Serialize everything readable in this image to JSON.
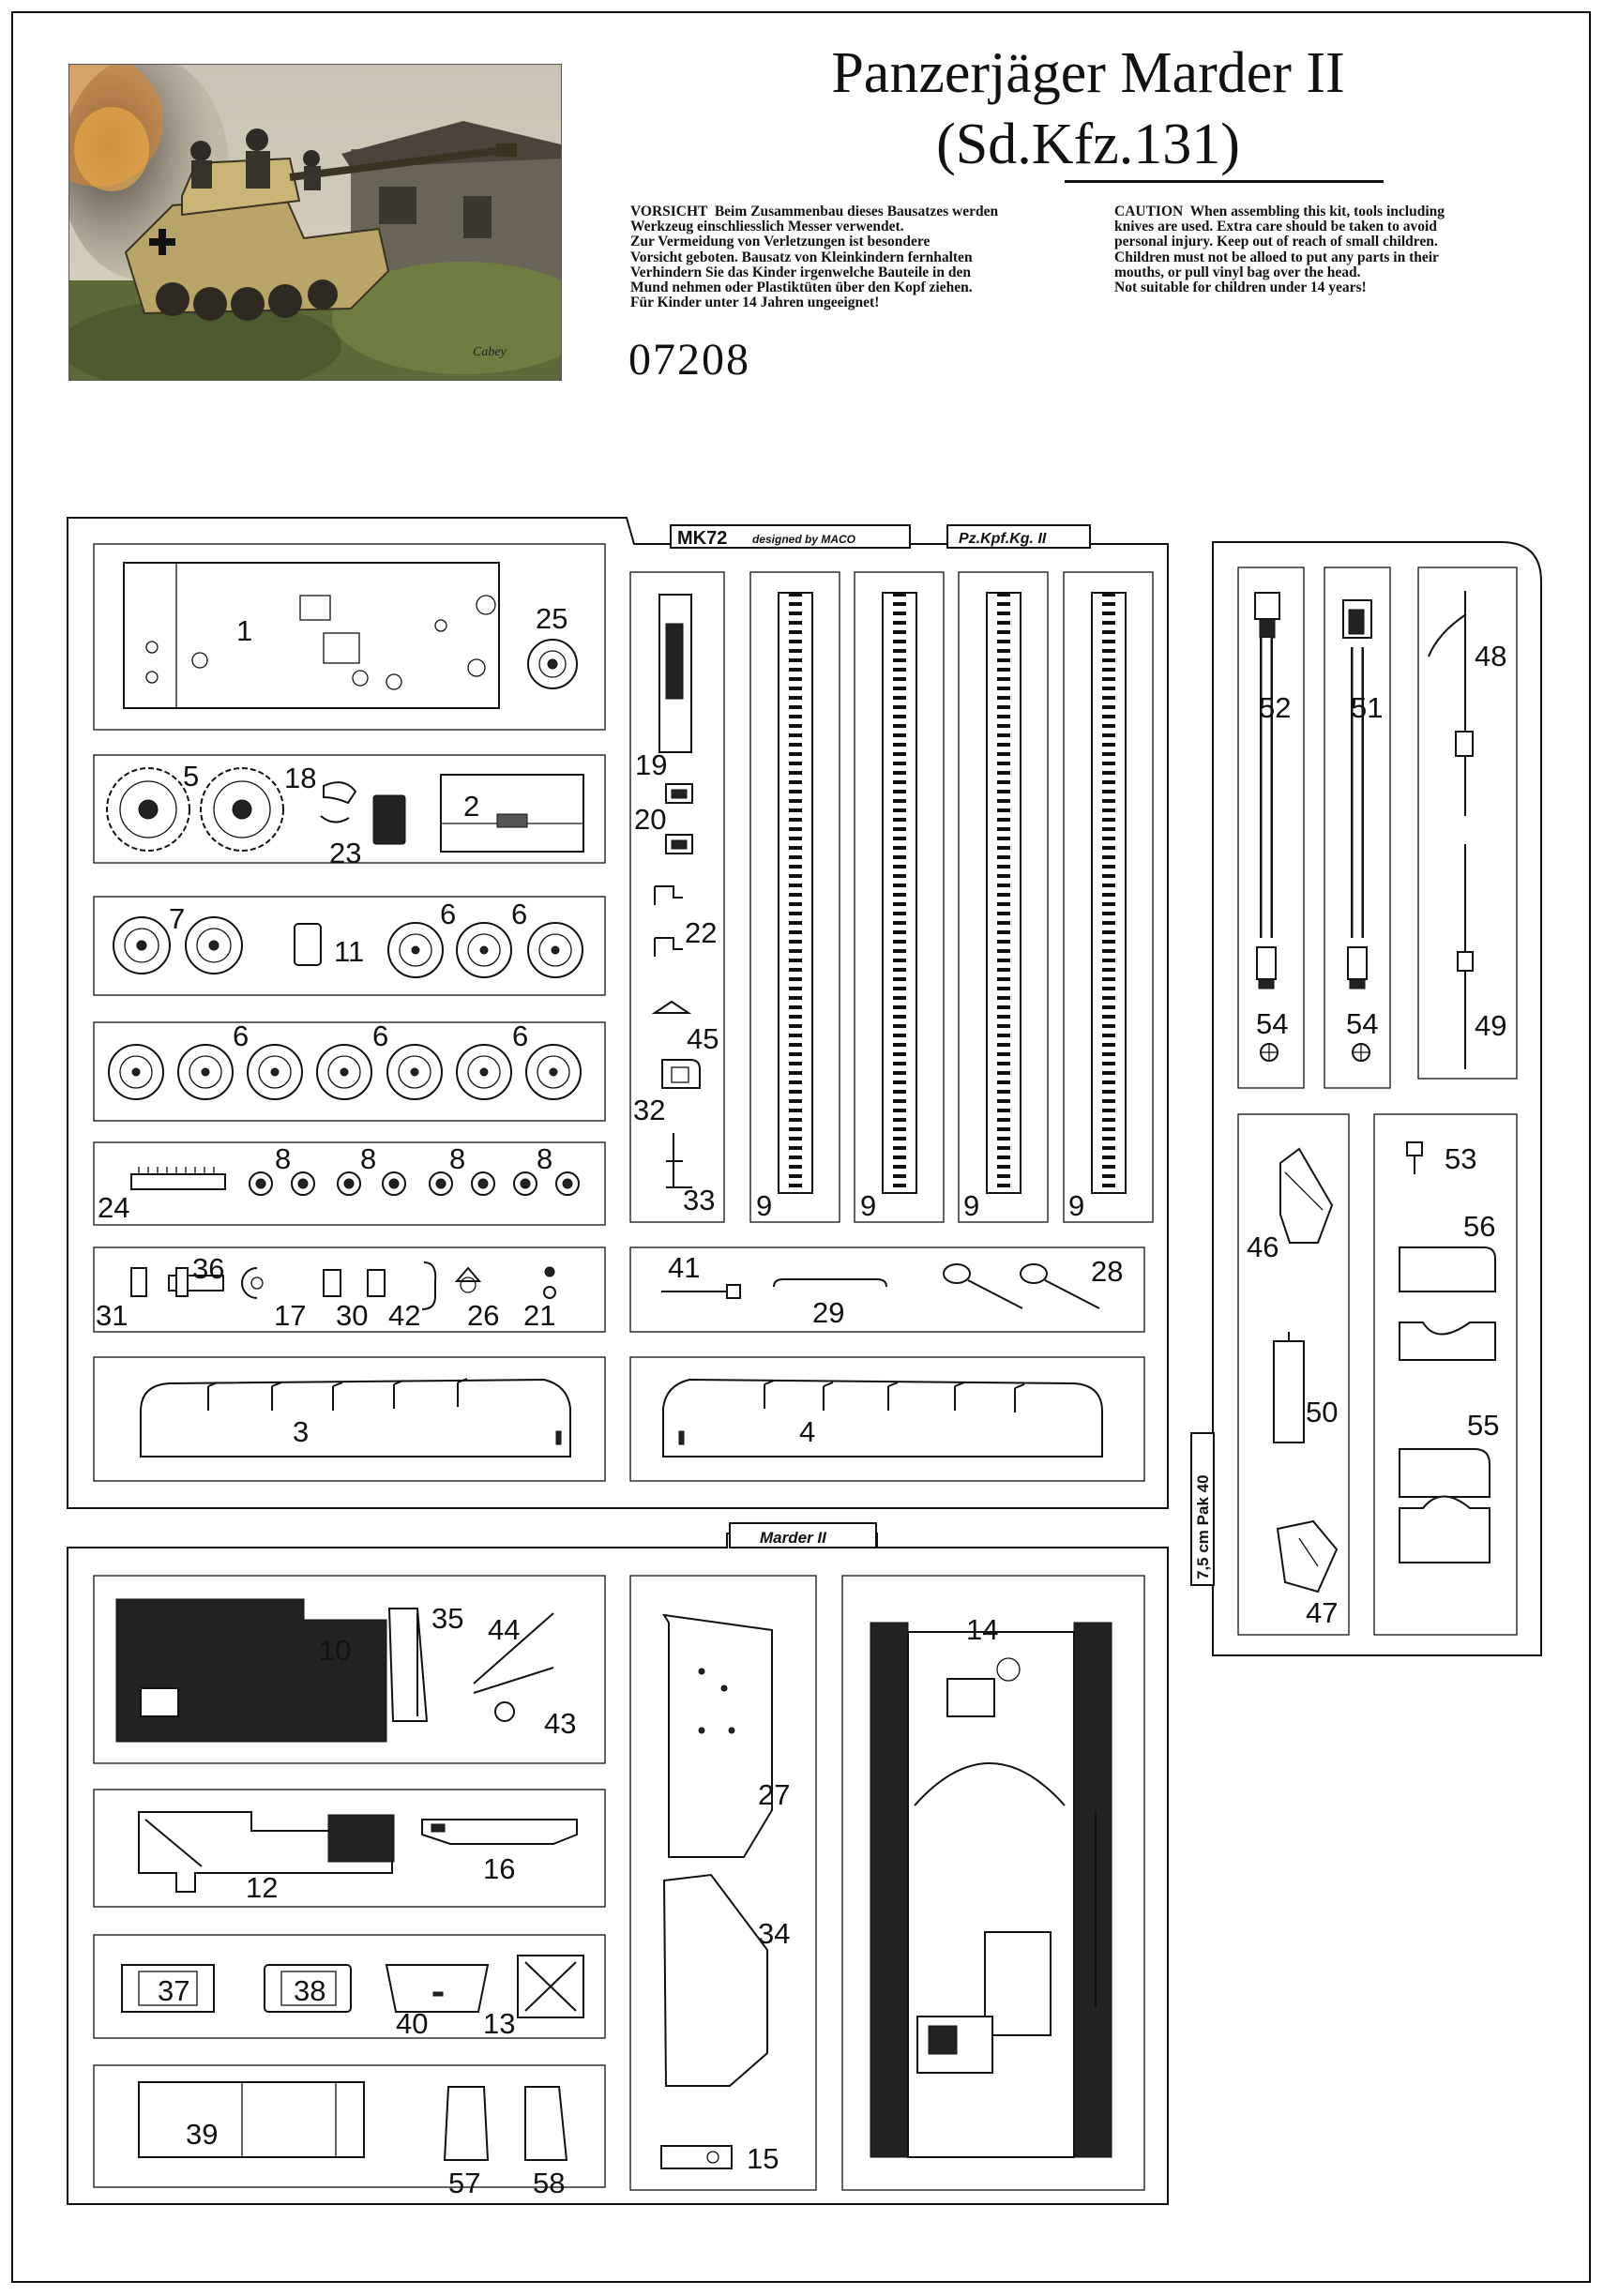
{
  "header": {
    "title_line1": "Panzerjäger Marder II",
    "title_line2": "(Sd.Kfz.131)",
    "product_code": "07208",
    "artist_signature": "Cabey"
  },
  "warnings": {
    "german": "VORSICHT  Beim Zusammenbau dieses Bausatzes werden\nWerkzeug einschliesslich Messer verwendet.\nZur Vermeidung von Verletzungen ist besondere\nVorsicht geboten. Bausatz von Kleinkindern fernhalten\nVerhindern Sie das Kinder irgenwelche Bauteile in den\nMund nehmen oder Plastiktüten über den Kopf ziehen.\nFür Kinder unter 14 Jahren ungeeignet!",
    "english": "CAUTION  When assembling this kit, tools including\nknives are used. Extra care should be taken to avoid\npersonal injury. Keep out of reach of small children.\nChildren must not be alloed to put any parts in their\nmouths, or pull vinyl bag over the head.\nNot suitable for children under 14 years!"
  },
  "sprue_tags": {
    "brand": "MK72",
    "designer": "designed by MACO",
    "sprue_a": "Pz.Kpf.Kg. II",
    "sprue_b": "Marder II",
    "sprue_c": "7,5 cm Pak 40"
  },
  "part_labels": {
    "p1": "1",
    "p2": "2",
    "p3": "3",
    "p4": "4",
    "p5": "5",
    "p6a": "6",
    "p6b": "6",
    "p6c": "6",
    "p6d": "6",
    "p6e": "6",
    "p7": "7",
    "p8a": "8",
    "p8b": "8",
    "p8c": "8",
    "p8d": "8",
    "p9a": "9",
    "p9b": "9",
    "p9c": "9",
    "p9d": "9",
    "p10": "10",
    "p11": "11",
    "p12": "12",
    "p13": "13",
    "p14": "14",
    "p15": "15",
    "p16": "16",
    "p17": "17",
    "p18": "18",
    "p19": "19",
    "p20": "20",
    "p21": "21",
    "p22": "22",
    "p23": "23",
    "p24": "24",
    "p25": "25",
    "p26": "26",
    "p27": "27",
    "p28": "28",
    "p29": "29",
    "p30": "30",
    "p31": "31",
    "p32": "32",
    "p33": "33",
    "p34": "34",
    "p35": "35",
    "p36": "36",
    "p37": "37",
    "p38": "38",
    "p39": "39",
    "p40": "40",
    "p41": "41",
    "p42": "42",
    "p43": "43",
    "p44": "44",
    "p45": "45",
    "p46": "46",
    "p47": "47",
    "p48": "48",
    "p49": "49",
    "p50": "50",
    "p51": "51",
    "p52": "52",
    "p53": "53",
    "p54a": "54",
    "p54b": "54",
    "p55": "55",
    "p56": "56",
    "p57": "57",
    "p58": "58"
  }
}
